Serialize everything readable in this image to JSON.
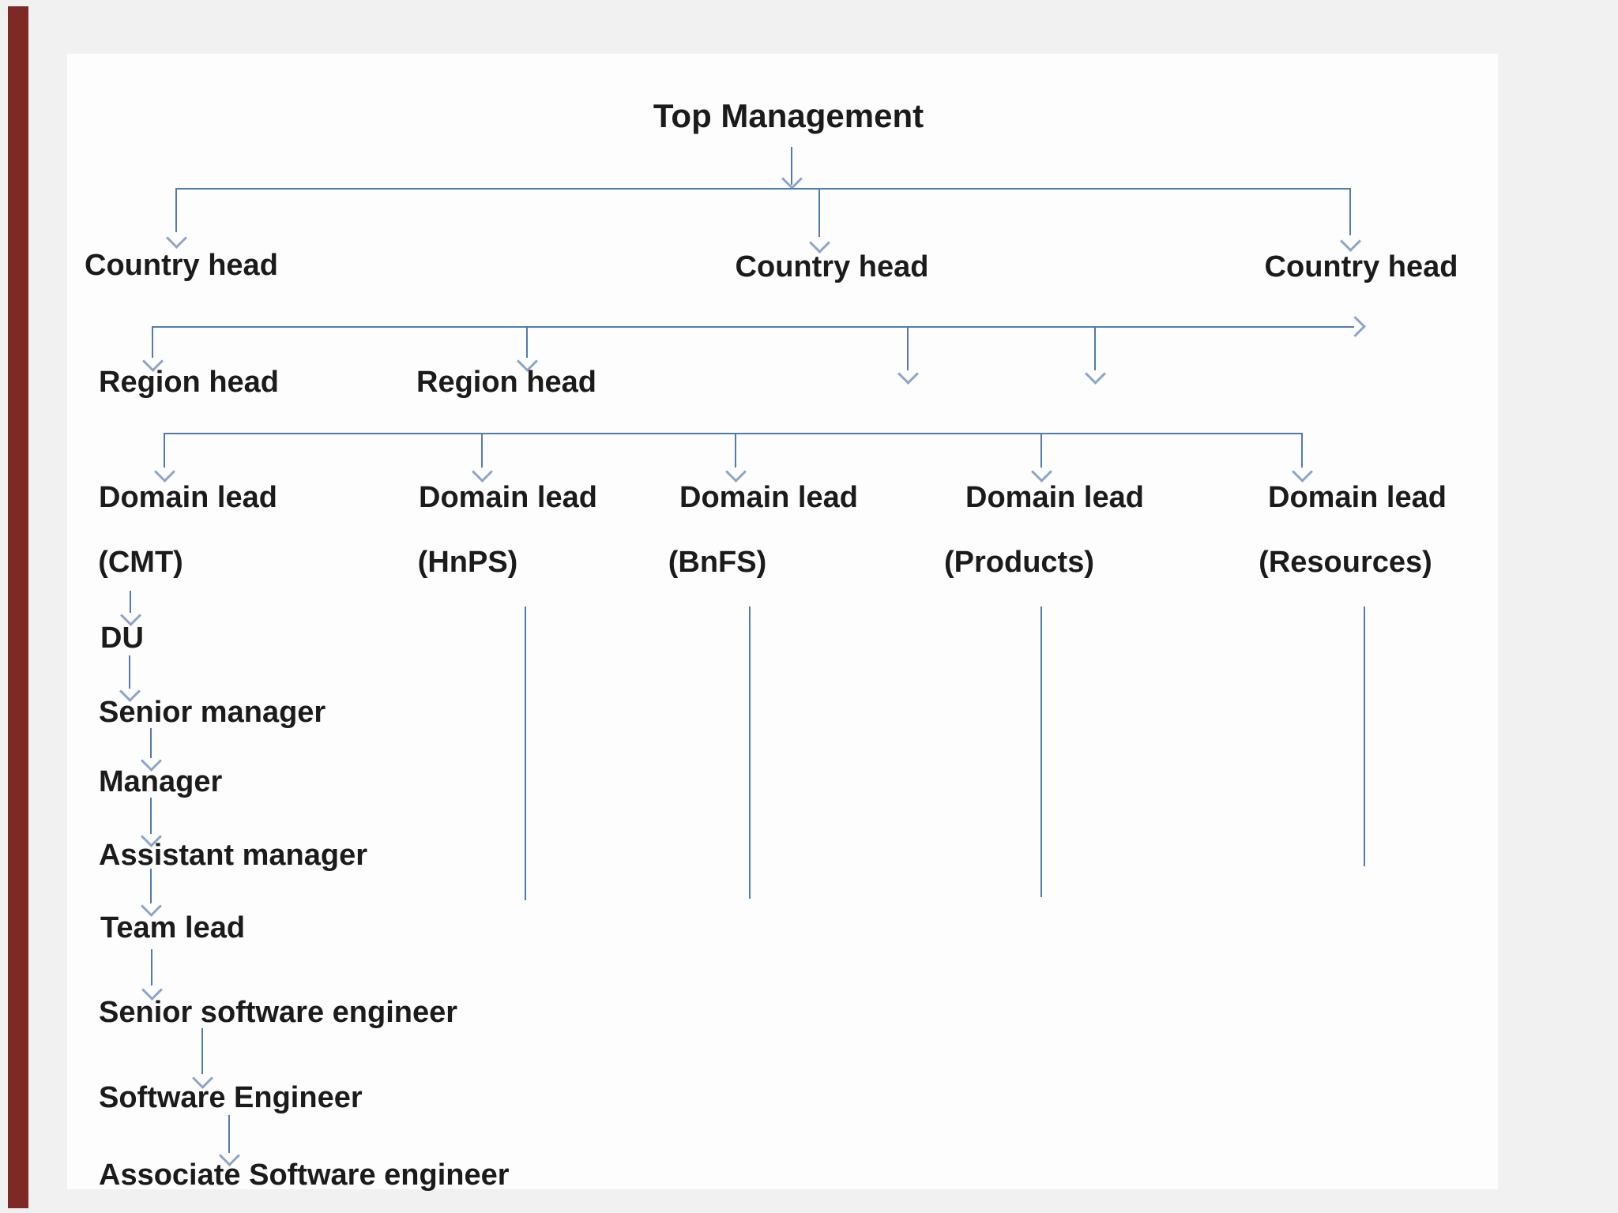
{
  "diagram": {
    "top_management": "Top Management",
    "country_heads": [
      "Country head",
      "Country head",
      "Country head"
    ],
    "region_heads": [
      "Region head",
      "Region head"
    ],
    "domain_leads": [
      "Domain lead",
      "Domain lead",
      "Domain lead",
      "Domain lead",
      "Domain lead"
    ],
    "domain_units": [
      "(CMT)",
      "(HnPS)",
      "(BnFS)",
      "(Products)",
      "(Resources)"
    ],
    "cmt_chain": [
      "DU",
      "Senior manager",
      "Manager",
      "Assistant manager",
      "Team lead",
      "Senior software engineer",
      "Software Engineer",
      "Associate Software engineer"
    ]
  },
  "colors": {
    "canvas_background": "#f1f1f2",
    "page_background": "#fdfdfd",
    "connector_line": "#4f7cb0",
    "arrowhead": "#8aa4cb",
    "text": "#1b1b1b",
    "left_accent_bar": "#7d2a26"
  }
}
